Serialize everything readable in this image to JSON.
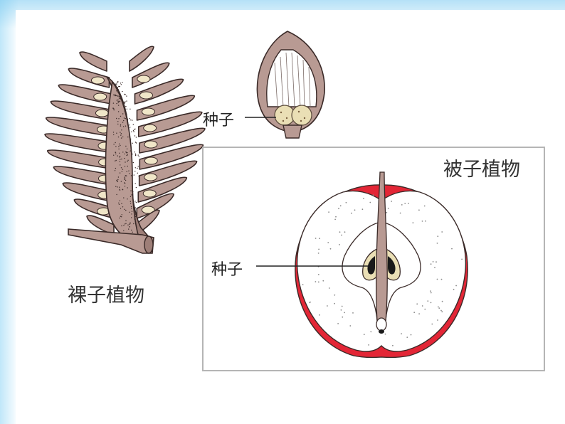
{
  "labels": {
    "gymnosperm": "裸子植物",
    "angiosperm": "被子植物",
    "seed_top": "种子",
    "seed_apple": "种子"
  },
  "colors": {
    "cone_fill": "#b89a93",
    "cone_stroke": "#3a2a28",
    "seed_fill": "#f0e6c8",
    "apple_red": "#e32636",
    "apple_flesh": "#ffffff",
    "box_border": "#b5b5b5"
  }
}
